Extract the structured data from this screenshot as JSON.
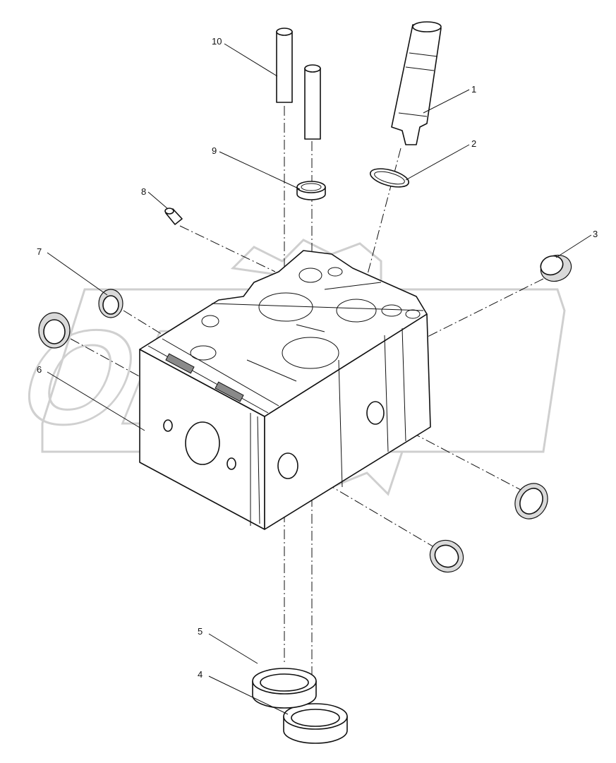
{
  "watermark": {
    "text": "OPEX"
  },
  "callouts": [
    {
      "id": "1",
      "label": "1"
    },
    {
      "id": "2",
      "label": "2"
    },
    {
      "id": "3",
      "label": "3"
    },
    {
      "id": "4",
      "label": "4"
    },
    {
      "id": "5",
      "label": "5"
    },
    {
      "id": "6",
      "label": "6"
    },
    {
      "id": "7",
      "label": "7"
    },
    {
      "id": "8",
      "label": "8"
    },
    {
      "id": "9",
      "label": "9"
    },
    {
      "id": "10",
      "label": "10"
    }
  ],
  "colors": {
    "line": "#111111",
    "watermark": "#d0d0d0",
    "background": "#ffffff"
  }
}
